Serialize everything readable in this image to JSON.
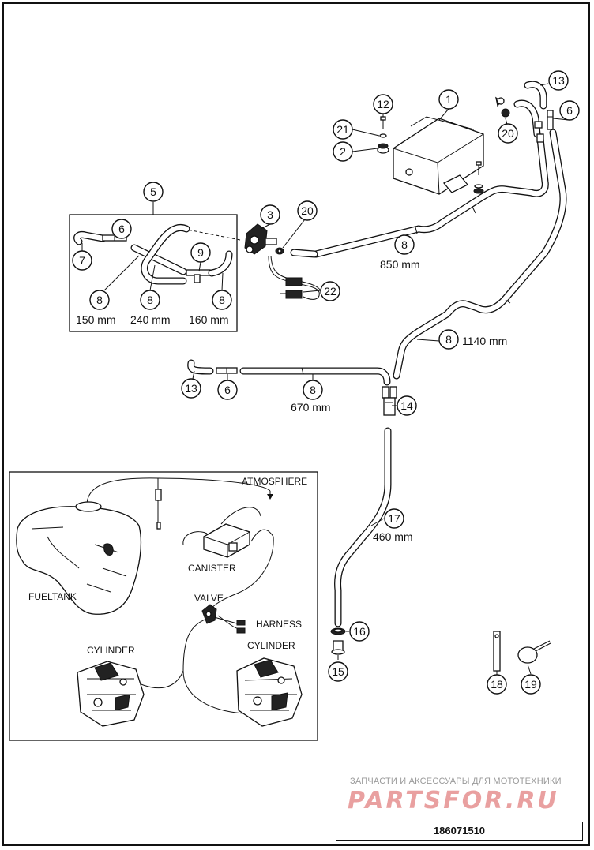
{
  "callouts": {
    "c1": "1",
    "c2": "2",
    "c3": "3",
    "c5": "5",
    "c6a": "6",
    "c6b": "6",
    "c6c": "6",
    "c7": "7",
    "c8a": "8",
    "c8b": "8",
    "c8c": "8",
    "c8d": "8",
    "c8e": "8",
    "c8f": "8",
    "c9": "9",
    "c12": "12",
    "c13a": "13",
    "c13b": "13",
    "c14": "14",
    "c15": "15",
    "c16": "16",
    "c17": "17",
    "c18": "18",
    "c19": "19",
    "c20a": "20",
    "c20b": "20",
    "c21": "21",
    "c22": "22"
  },
  "lengths": {
    "l850": "850 mm",
    "l1140": "1140 mm",
    "l670": "670 mm",
    "l460": "460 mm",
    "l150": "150 mm",
    "l240": "240 mm",
    "l160": "160 mm"
  },
  "schematic": {
    "atmosphere": "ATMOSPHERE",
    "canister": "CANISTER",
    "fueltank": "FUELTANK",
    "valve": "VALVE",
    "harness": "HARNESS",
    "cylinder_left": "CYLINDER",
    "cylinder_right": "CYLINDER"
  },
  "watermark": {
    "tagline": "ЗАПЧАСТИ И АКСЕССУАРЫ ДЛЯ МОТОТЕХНИКИ",
    "logo": "PARTSFOR.RU"
  },
  "drawing_number": "186071510"
}
